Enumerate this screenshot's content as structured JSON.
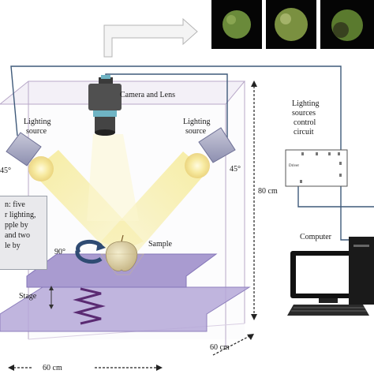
{
  "labels": {
    "camera": "Camera and Lens",
    "lighting_left_line1": "Lighting",
    "lighting_left_line2": "source",
    "lighting_right_line1": "Lighting",
    "lighting_right_line2": "source",
    "angle_left": "45°",
    "angle_right": "45°",
    "rotation": "90°",
    "sample": "Sample",
    "stage": "Stage",
    "control_line1": "Lighting",
    "control_line2": "sources",
    "control_line3": "control",
    "control_line4": "circuit",
    "board_driver": "Driver",
    "computer": "Computer",
    "height": "80 cm",
    "depth": "60 cm",
    "width": "60 cm"
  },
  "note": {
    "lines": [
      "n: five",
      "r lighting,",
      "pple by",
      "and two",
      "le by"
    ]
  },
  "photos": [
    {
      "name": "apple-photo-1",
      "color": "#6a8a3a"
    },
    {
      "name": "apple-photo-2",
      "color": "#7a9040"
    },
    {
      "name": "apple-photo-3",
      "color": "#5a7a2e"
    }
  ],
  "colors": {
    "wire": "#3f5a7a",
    "box_edge": "#b8a8c8",
    "stage": "#a99bd0",
    "light_beam": "#f3e89a",
    "spring": "#5a2a72"
  }
}
